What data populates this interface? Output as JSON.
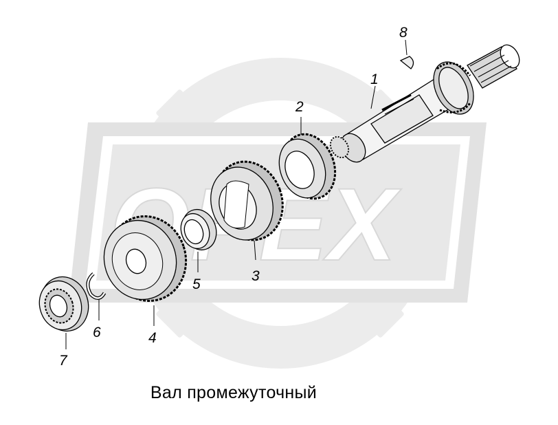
{
  "watermark": {
    "text": "OPEX",
    "color": "#e6e6e6"
  },
  "parts": [
    {
      "id": "1",
      "name": "shaft"
    },
    {
      "id": "2",
      "name": "small-gear"
    },
    {
      "id": "3",
      "name": "medium-gear"
    },
    {
      "id": "4",
      "name": "large-gear"
    },
    {
      "id": "5",
      "name": "bushing-ring"
    },
    {
      "id": "6",
      "name": "retaining-ring"
    },
    {
      "id": "7",
      "name": "ball-bearing"
    },
    {
      "id": "8",
      "name": "woodruff-key"
    }
  ],
  "caption": "Вал промежуточный"
}
